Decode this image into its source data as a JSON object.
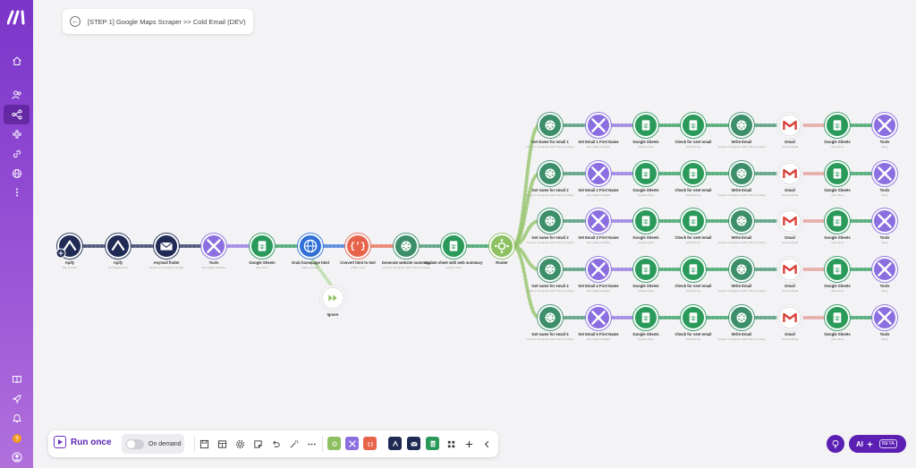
{
  "scenario": {
    "title": "[STEP 1] Google Maps Scraper >> Cold Email (DEV)"
  },
  "toolbar": {
    "run_label": "Run once",
    "schedule_label": "On demand"
  },
  "ai_button": {
    "label": "AI",
    "badge": "BETA"
  },
  "colors": {
    "sidebar": "#8a45d0",
    "accent": "#6d2fc6",
    "openai": "#3c8f6a",
    "sheets": "#2a9a5a",
    "tools": "#8b6fe0",
    "gmail": "#d9423a",
    "router": "#8dc060",
    "json": "#e7644b",
    "http": "#2f6fd6",
    "apify": "#1f2a55"
  },
  "main_modules": [
    {
      "id": "apify-1",
      "type": "apify",
      "name": "Apify",
      "sub": "Run an Actor"
    },
    {
      "id": "apify-2",
      "type": "apify",
      "name": "Apify",
      "sub": "Get Dataset Items"
    },
    {
      "id": "anymail",
      "type": "anymail",
      "name": "Anymail finder",
      "sub": "Search for a company's emails"
    },
    {
      "id": "tools-1",
      "type": "tools",
      "name": "Tools",
      "sub": "Set multiple variables"
    },
    {
      "id": "sheets-1",
      "type": "sheets",
      "name": "Google Sheets",
      "sub": "Add a Row"
    },
    {
      "id": "http-1",
      "type": "http",
      "name": "Grab homepage html",
      "sub": "Make a request"
    },
    {
      "id": "json-1",
      "type": "json",
      "name": "Convert html to text",
      "sub": "HTML to text"
    },
    {
      "id": "openai-1",
      "type": "openai",
      "name": "Generate website summary",
      "sub": "Create a Completion (GPT and o1 models)"
    },
    {
      "id": "sheets-2",
      "type": "sheets",
      "name": "Update sheet with web summary",
      "sub": "Update a Row"
    },
    {
      "id": "router",
      "type": "router",
      "name": "Router",
      "sub": ""
    }
  ],
  "ignore_module": {
    "type": "ignore",
    "name": "Ignore",
    "sub": ""
  },
  "route_steps": [
    {
      "type": "openai",
      "sub": "Create a Completion (GPT and o1 models)"
    },
    {
      "type": "tools",
      "sub": "Set multiple variables"
    },
    {
      "type": "sheets",
      "name": "Google Sheets",
      "sub": "Update a Row"
    },
    {
      "type": "sheets",
      "name": "Check for sent email",
      "sub": "Search Rows"
    },
    {
      "type": "openai",
      "name": "Write Email",
      "sub": "Create a Completion (GPT and o1 models)"
    },
    {
      "type": "gmail",
      "name": "Gmail",
      "sub": "Send an Email"
    },
    {
      "type": "sheets",
      "name": "Google Sheets",
      "sub": "Add a Row"
    },
    {
      "type": "tools",
      "name": "Tools",
      "sub": "Sleep"
    }
  ],
  "routes": [
    {
      "first": "Get Name for email 1",
      "second": "Set Email 1 First Name"
    },
    {
      "first": "Get name for email 2",
      "second": "Set Email 2 First Name"
    },
    {
      "first": "Get name for email 3",
      "second": "Set Email 3 First Name"
    },
    {
      "first": "Get name for email 4",
      "second": "Set Email 4 First Name"
    },
    {
      "first": "Get name for email 5",
      "second": "Set Email 5 First Name"
    }
  ]
}
